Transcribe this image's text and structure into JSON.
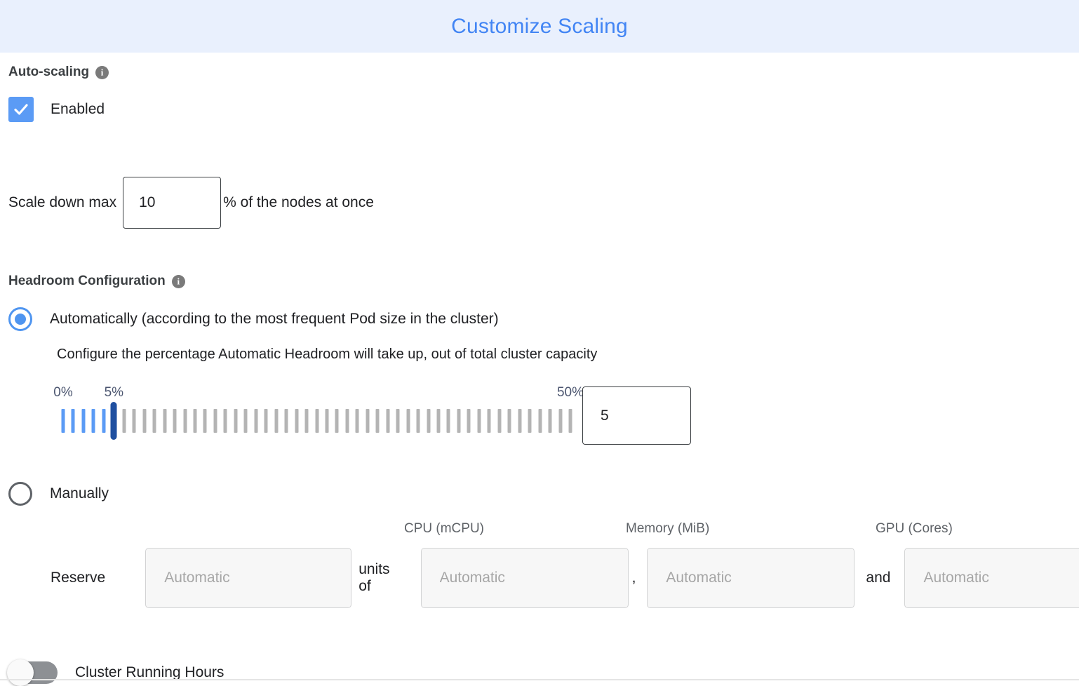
{
  "header": {
    "title": "Customize Scaling",
    "bg_color": "#e9f0fd",
    "title_color": "#4285f4"
  },
  "autoscaling": {
    "section_label": "Auto-scaling",
    "info_icon": "info-icon",
    "checkbox_label": "Enabled",
    "checkbox_checked": true,
    "checkbox_color": "#5b9bf5"
  },
  "scale_down": {
    "prefix_label": "Scale down max",
    "value": "10",
    "placeholder": "",
    "suffix_label": "% of the nodes at once"
  },
  "headroom": {
    "section_label": "Headroom Configuration",
    "info_icon": "info-icon",
    "mode": "automatic",
    "automatic": {
      "radio_label": "Automatically (according to the most frequent Pod size in the cluster)",
      "selected": true,
      "help_text": "Configure the percentage Automatic Headroom will take up, out of total cluster capacity",
      "slider": {
        "min": 0,
        "max": 50,
        "value": 5,
        "step": 1,
        "tick_count": 51,
        "labels": [
          {
            "text": "0%",
            "value": 0
          },
          {
            "text": "5%",
            "value": 5
          },
          {
            "text": "50%",
            "value": 50
          }
        ],
        "value_box": "5",
        "filled_color": "#5b9bf5",
        "unfilled_color": "#b4b4b4",
        "thumb_color": "#1f4fa0",
        "label_color": "#4c5670"
      }
    },
    "manual": {
      "radio_label": "Manually",
      "selected": false,
      "reserve_label": "Reserve",
      "units_of_label": "units of",
      "comma_label": ",",
      "and_label": "and",
      "columns": [
        {
          "header": "",
          "placeholder": "Automatic",
          "value": ""
        },
        {
          "header": "CPU (mCPU)",
          "placeholder": "Automatic",
          "value": ""
        },
        {
          "header": "Memory (MiB)",
          "placeholder": "Automatic",
          "value": ""
        },
        {
          "header": "GPU (Cores)",
          "placeholder": "Automatic",
          "value": ""
        }
      ]
    }
  },
  "cluster_running_hours": {
    "label": "Cluster Running Hours",
    "enabled": false
  }
}
